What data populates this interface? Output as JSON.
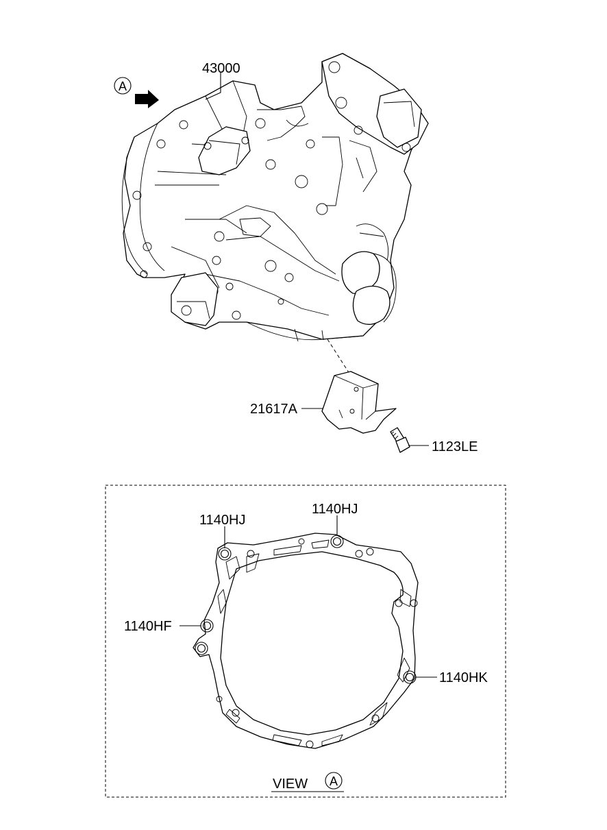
{
  "view_marker": "A",
  "labels": {
    "transaxle": "43000",
    "bracket": "21617A",
    "bolt": "1123LE",
    "dowel_top_left": "1140HJ",
    "dowel_top_right": "1140HJ",
    "dowel_left": "1140HF",
    "dowel_right": "1140HK"
  },
  "view_caption": {
    "text": "VIEW",
    "marker": "A"
  }
}
